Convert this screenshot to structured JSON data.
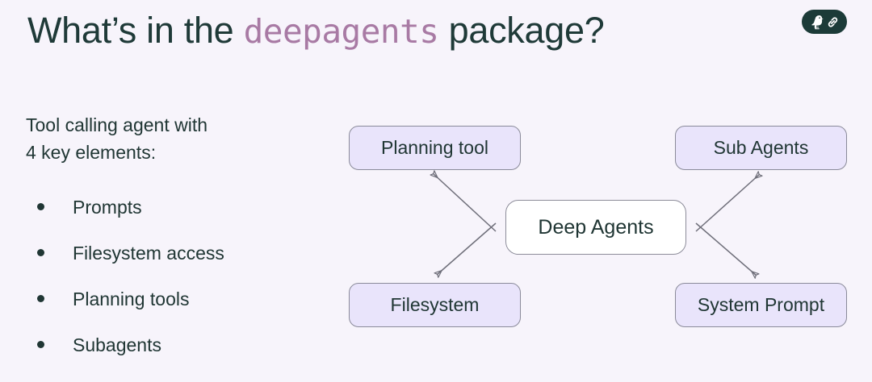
{
  "slide": {
    "background_color": "#f7f4fb",
    "title": {
      "before": "What’s in the ",
      "code": "deepagents",
      "after": " package?",
      "text_color": "#1f3a38",
      "code_color": "#a87aa4"
    },
    "brand_badge": {
      "name": "langchain-badge",
      "background_color": "#1c3b38",
      "icons": [
        "parrot-icon",
        "link-icon"
      ]
    }
  },
  "left_panel": {
    "lede_line_1": "Tool calling agent with",
    "lede_line_2": "4 key elements:",
    "bullets": [
      {
        "label": "Prompts"
      },
      {
        "label": "Filesystem access"
      },
      {
        "label": "Planning tools"
      },
      {
        "label": "Subagents"
      }
    ]
  },
  "diagram": {
    "center_node": {
      "label": "Deep Agents",
      "fill": "#ffffff",
      "border": "#8c8c99"
    },
    "nodes": [
      {
        "id": "planning",
        "label": "Planning tool",
        "fill": "#e9e4fb",
        "border": "#8a8a99"
      },
      {
        "id": "subagents",
        "label": "Sub Agents",
        "fill": "#e9e4fb",
        "border": "#8a8a99"
      },
      {
        "id": "filesystem",
        "label": "Filesystem",
        "fill": "#e9e4fb",
        "border": "#8a8a99"
      },
      {
        "id": "sysprompt",
        "label": "System Prompt",
        "fill": "#e9e4fb",
        "border": "#8a8a99"
      }
    ],
    "edges": [
      {
        "from": "center",
        "to": "planning",
        "style": "open-arrow",
        "color": "#6f6f7a"
      },
      {
        "from": "center",
        "to": "subagents",
        "style": "open-arrow",
        "color": "#6f6f7a"
      },
      {
        "from": "center",
        "to": "filesystem",
        "style": "open-arrow",
        "color": "#6f6f7a"
      },
      {
        "from": "center",
        "to": "sysprompt",
        "style": "open-arrow",
        "color": "#6f6f7a"
      }
    ]
  }
}
